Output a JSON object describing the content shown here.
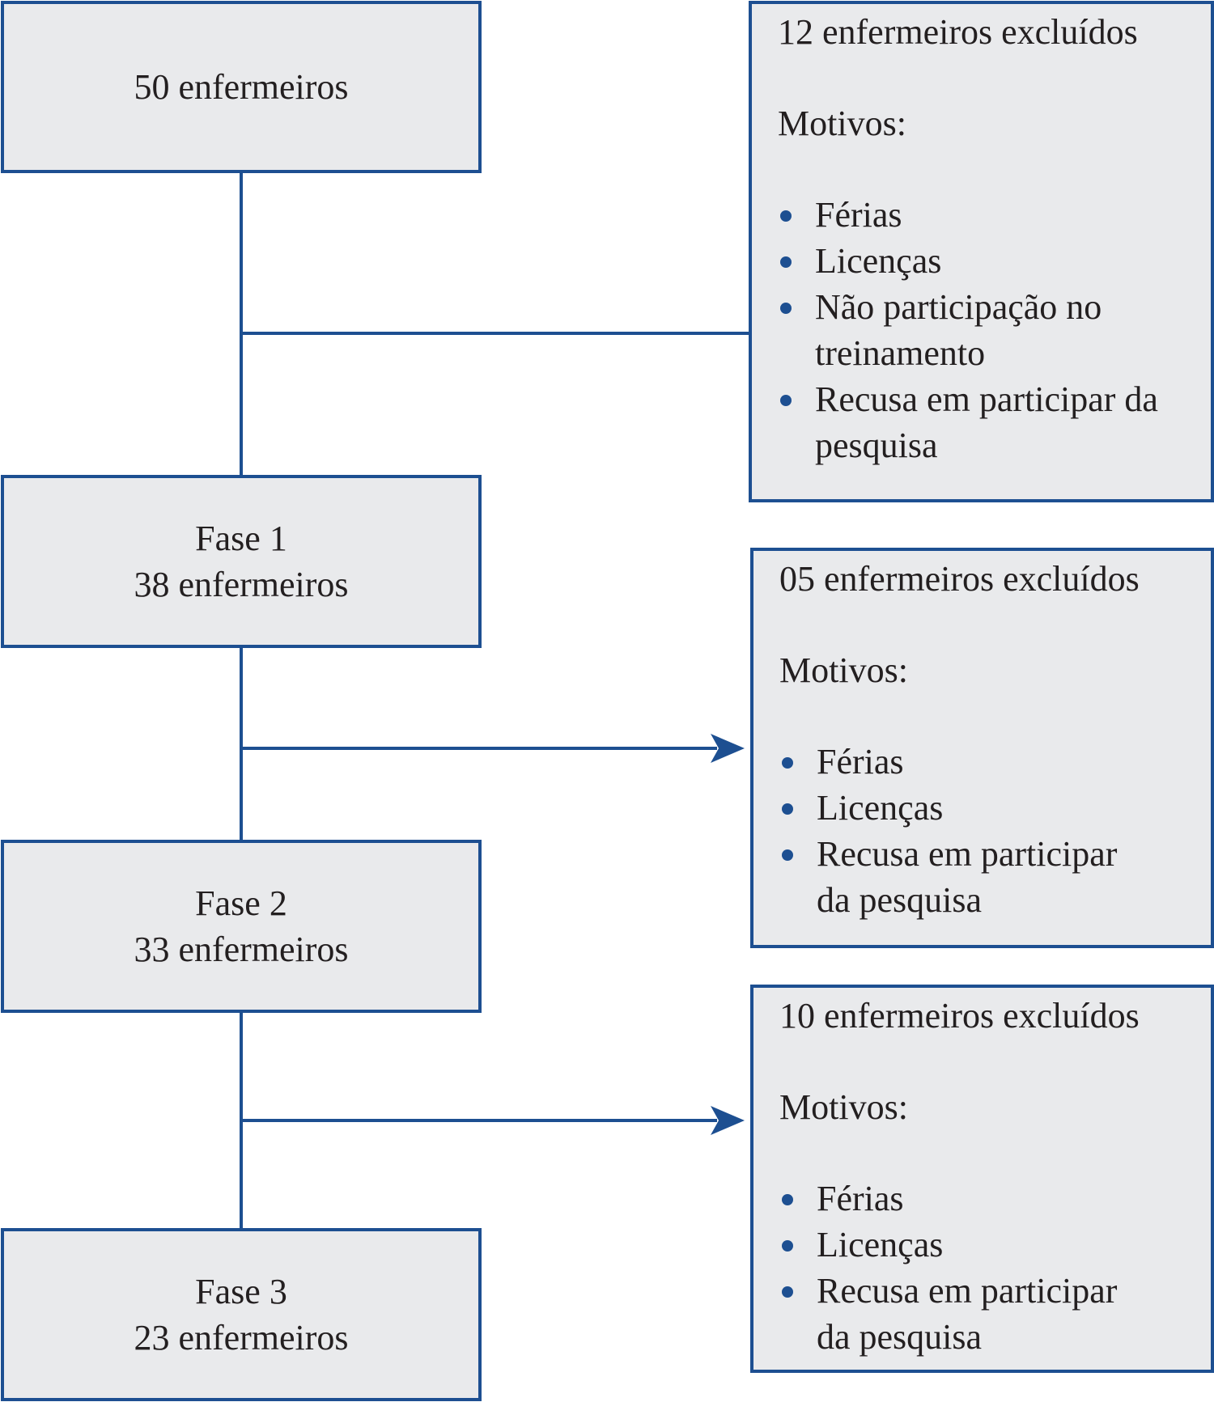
{
  "stages": [
    {
      "lines": [
        "50 enfermeiros"
      ]
    },
    {
      "lines": [
        "Fase 1",
        "38 enfermeiros"
      ]
    },
    {
      "lines": [
        "Fase 2",
        "33 enfermeiros"
      ]
    },
    {
      "lines": [
        "Fase 3",
        "23 enfermeiros"
      ]
    }
  ],
  "exclusions": [
    {
      "title": "12 enfermeiros excluídos",
      "motivos_label": "Motivos:",
      "reasons": [
        "Férias",
        "Licenças",
        "Não participação no treinamento",
        "Recusa em participar da pesquisa"
      ]
    },
    {
      "title": "05 enfermeiros excluídos",
      "motivos_label": "Motivos:",
      "reasons": [
        "Férias",
        "Licenças",
        "Recusa em participar da pesquisa"
      ]
    },
    {
      "title": "10 enfermeiros excluídos",
      "motivos_label": "Motivos:",
      "reasons": [
        "Férias",
        "Licenças",
        "Recusa em participar da pesquisa"
      ]
    }
  ],
  "colors": {
    "border": "#1d4f91",
    "box_fill": "#e9eaec",
    "text": "#231f20"
  }
}
